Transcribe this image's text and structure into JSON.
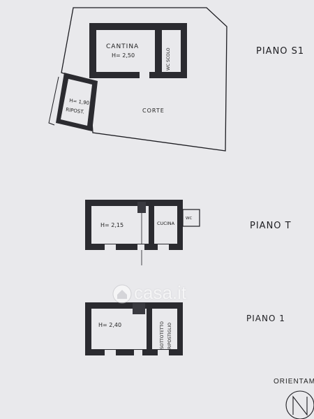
{
  "levels": [
    {
      "label": "PIANO S1",
      "rooms": [
        {
          "name": "CANTINA",
          "height": "H= 2,50"
        },
        {
          "name": "WC SCOLO",
          "height": ""
        },
        {
          "name": "RIPOST.",
          "height": "H= 1,90"
        },
        {
          "name": "CORTE",
          "height": ""
        }
      ]
    },
    {
      "label": "PIANO T",
      "rooms": [
        {
          "name": "",
          "height": "H= 2,15"
        },
        {
          "name": "CUCINA",
          "height": ""
        },
        {
          "name": "WC",
          "height": ""
        }
      ]
    },
    {
      "label": "PIANO 1",
      "rooms": [
        {
          "name": "",
          "height": "H= 2,40"
        },
        {
          "name": "SOTTOTETTO",
          "height": ""
        },
        {
          "name": "RIPOSTIGLIO",
          "height": ""
        }
      ]
    }
  ],
  "watermark": "casa.it",
  "orientation": {
    "label": "ORIENTAME",
    "symbol": "N"
  }
}
